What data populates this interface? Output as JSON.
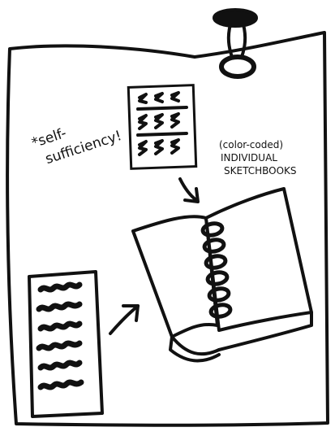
{
  "annotations": {
    "self_sufficiency_line1": "*self-",
    "self_sufficiency_line2": "sufficiency!",
    "color_coded": "(color-coded)",
    "individual": "INDIVIDUAL",
    "sketchbooks": "SKETCHBOOKS"
  },
  "colors": {
    "ink": "#111111",
    "paper": "#ffffff"
  }
}
